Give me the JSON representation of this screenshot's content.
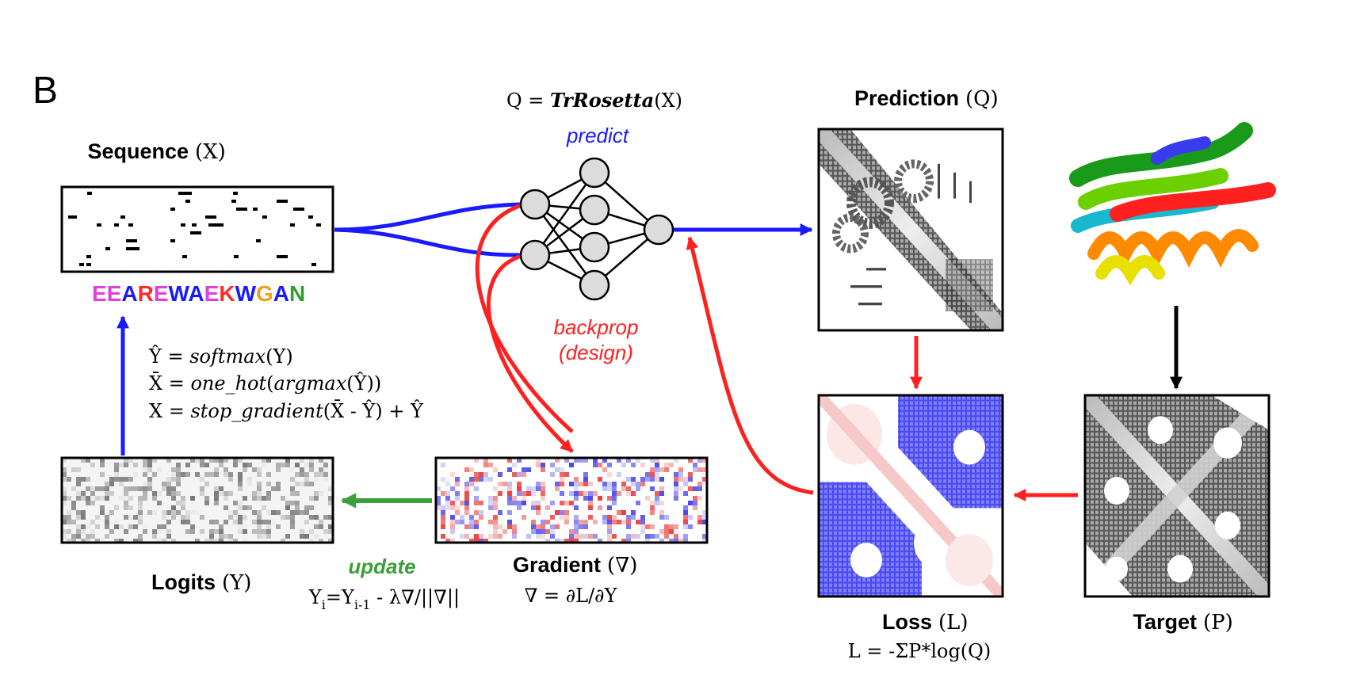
{
  "panel_label": "B",
  "sequence": {
    "title": "Sequence",
    "symbol": "(X)"
  },
  "sequence_letters": [
    {
      "ch": "E",
      "color": "#e040e0"
    },
    {
      "ch": "E",
      "color": "#e040e0"
    },
    {
      "ch": "A",
      "color": "#1a1aff"
    },
    {
      "ch": "R",
      "color": "#ff2a2a"
    },
    {
      "ch": "E",
      "color": "#e040e0"
    },
    {
      "ch": "W",
      "color": "#1a1aff"
    },
    {
      "ch": "A",
      "color": "#1a1aff"
    },
    {
      "ch": "E",
      "color": "#e040e0"
    },
    {
      "ch": "K",
      "color": "#ff2a2a"
    },
    {
      "ch": "W",
      "color": "#1a1aff"
    },
    {
      "ch": "G",
      "color": "#f0a020"
    },
    {
      "ch": "A",
      "color": "#1a1aff"
    },
    {
      "ch": "N",
      "color": "#2ca02c"
    }
  ],
  "network": {
    "equation_prefix": "Q = ",
    "equation_fn": "TrRosetta",
    "equation_suffix": "(X)",
    "predict_label": "predict",
    "backprop_label_1": "backprop",
    "backprop_label_2": "(design)"
  },
  "prediction": {
    "title": "Prediction",
    "symbol": "(Q)"
  },
  "loss": {
    "title": "Loss",
    "symbol": "(L)",
    "formula": "L = -ΣP*log(Q)"
  },
  "target": {
    "title": "Target",
    "symbol": "(P)"
  },
  "gradient": {
    "title": "Gradient",
    "symbol": "(∇)",
    "formula": "∇ = ∂L/∂Y"
  },
  "logits": {
    "title": "Logits",
    "symbol": "(Y)"
  },
  "update": {
    "label": "update",
    "formula_a": "Y",
    "formula_sub_i": "i",
    "formula_b": "=Y",
    "formula_sub_i1": "i-1",
    "formula_c": " - λ∇/||∇||"
  },
  "equations": {
    "line1_a": "Ŷ = ",
    "line1_fn": "softmax",
    "line1_b": "(Y)",
    "line2_a": "X̄ = ",
    "line2_fn": "one_hot",
    "line2_b": "(",
    "line2_fn2": "argmax",
    "line2_c": "(Ŷ))",
    "line3_a": "X = ",
    "line3_fn": "stop_gradient",
    "line3_b": "(X̄ - Ŷ) + Ŷ"
  },
  "colors": {
    "forward": "#1a1aff",
    "backward": "#ff2020",
    "update": "#3aa03a",
    "predict_text": "#1a1aff",
    "backprop_text": "#ff2020",
    "update_text": "#3aa03a",
    "node_fill": "#dcdcdc"
  }
}
